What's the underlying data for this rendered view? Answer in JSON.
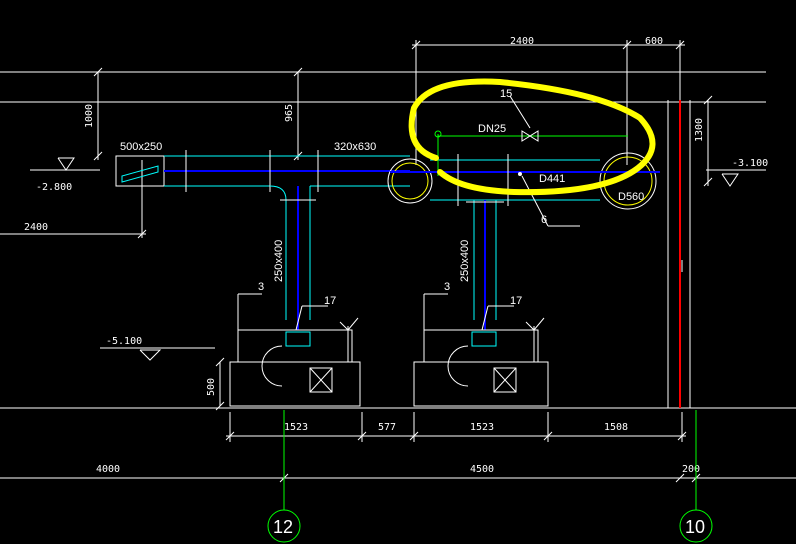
{
  "colors": {
    "background": "#000000",
    "line": "#ffffff",
    "duct": "#00ffff",
    "ductCenter": "#0000ff",
    "pipe": "#00ff00",
    "highlight": "#ffff00",
    "wall": "#ff0000"
  },
  "dimensions": {
    "top_2400": "2400",
    "top_600": "600",
    "left_1000": "1000",
    "mid_965": "965",
    "right_1300": "1300",
    "left_2400": "2400",
    "b_500": "500",
    "b_1523a": "1523",
    "b_577": "577",
    "b_1523b": "1523",
    "b_1508": "1508",
    "axis_4000": "4000",
    "axis_4500": "4500",
    "axis_200": "200"
  },
  "labels": {
    "duct_500x250": "500x250",
    "duct_320x630": "320x630",
    "duct_250x400_a": "250x400",
    "duct_250x400_b": "250x400",
    "pipe_dn25": "DN25",
    "pipe_d441": "D441",
    "pipe_d560": "D560",
    "tag_15": "15",
    "tag_6": "6",
    "tag_3a": "3",
    "tag_17a": "17",
    "tag_3b": "3",
    "tag_17b": "17"
  },
  "elevations": {
    "left_top": "-2.800",
    "right_top": "-3.100",
    "left_bottom": "-5.100"
  },
  "grid_axes": {
    "axis_12": "12",
    "axis_10": "10"
  }
}
